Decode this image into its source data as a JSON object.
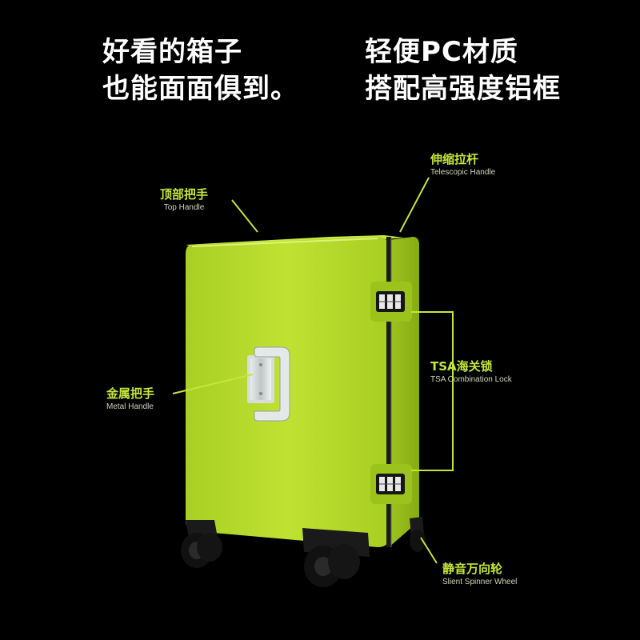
{
  "headline": {
    "left_line1": "好看的箱子",
    "left_line2": "也能面面俱到。",
    "right_line1": "轻便PC材质",
    "right_line2": "搭配高强度铝框"
  },
  "callouts": {
    "top_handle": {
      "zh": "顶部把手",
      "en": "Top Handle"
    },
    "telescopic_handle": {
      "zh": "伸缩拉杆",
      "en": "Telescopic Handle"
    },
    "metal_handle": {
      "zh": "金属把手",
      "en": "Metal Handle"
    },
    "tsa_lock": {
      "zh": "TSA海关锁",
      "en": "TSA Combination Lock"
    },
    "spinner_wheel": {
      "zh": "静音万向轮",
      "en": "Slient Spinner Wheel"
    }
  },
  "colors": {
    "background": "#000000",
    "accent": "#c3e63a",
    "suitcase_body": "#b5d92d"
  }
}
